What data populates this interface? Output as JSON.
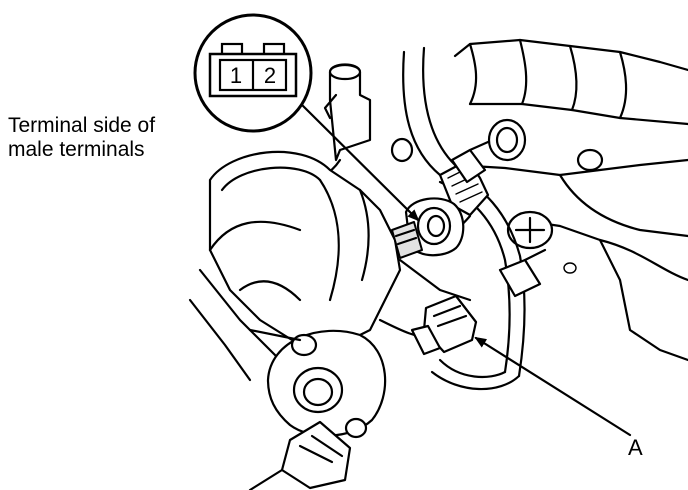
{
  "callout": {
    "pin_labels": [
      "1",
      "2"
    ],
    "description_lines": [
      "Terminal side of",
      "male terminals"
    ]
  },
  "part_label": "A"
}
